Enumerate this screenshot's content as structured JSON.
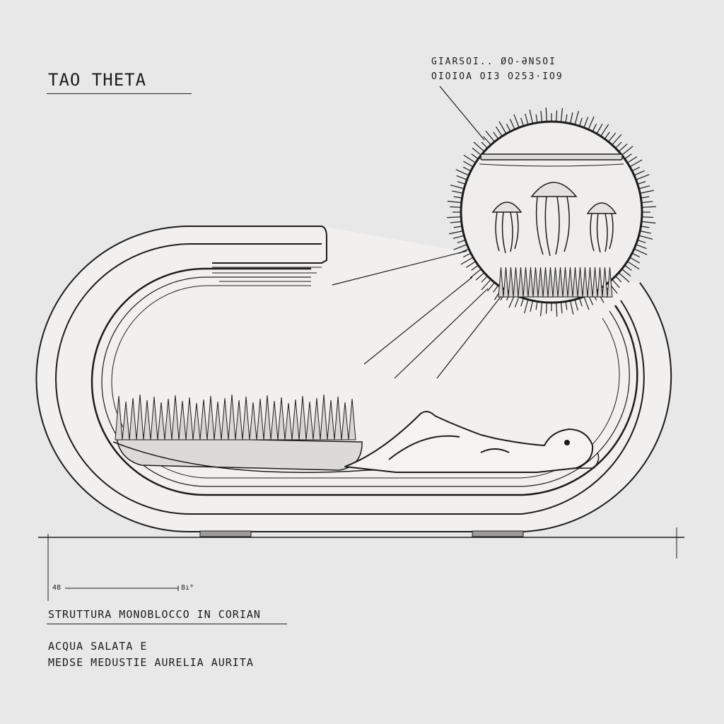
{
  "title": "TAO THETA",
  "callout": {
    "line1": "GIARSOI.. ØO-ƏNSOI",
    "line2": "OIOIOA  OI3  O253·IO9"
  },
  "dimension": {
    "left": "48",
    "right": "8ı⁰"
  },
  "notes": {
    "structure": "STRUTTURA MONOBLOCCO IN CORIAN",
    "water_line1": "ACQUA SALATA E",
    "water_line2": "MEDSE MEDUSTIE AURELIA AURITA"
  },
  "colors": {
    "background": "#e9e8e8",
    "ink": "#1c1c1c",
    "shell": "#f1f0ef",
    "shell_shadow": "#cfcdcb",
    "foot": "#9d9b99"
  }
}
